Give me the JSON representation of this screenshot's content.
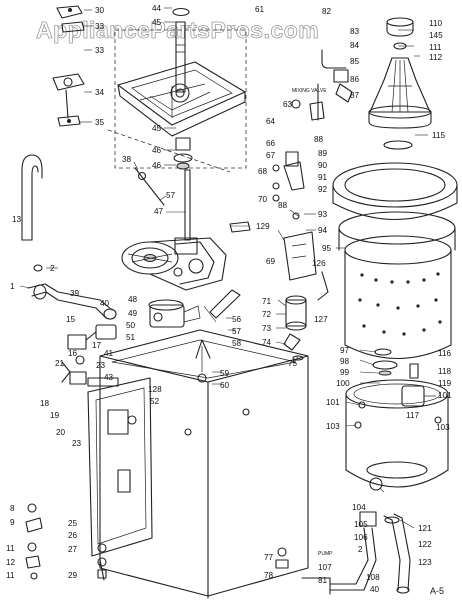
{
  "watermark": "AppliancePartsPros.com",
  "page_ref": "A-5",
  "callouts": {
    "c1": "1",
    "c2": "2",
    "c8": "8",
    "c9": "9",
    "c11a": "11",
    "c11b": "11",
    "c12": "12",
    "c13": "13",
    "c15": "15",
    "c16": "16",
    "c17": "17",
    "c18": "18",
    "c19": "19",
    "c20": "20",
    "c21": "21",
    "c23a": "23",
    "c23b": "23",
    "c25": "25",
    "c26": "26",
    "c27": "27",
    "c29": "29",
    "c30": "30",
    "c33": "33",
    "c34": "34",
    "c35": "35",
    "c38": "38",
    "c39": "39",
    "c40a": "40",
    "c40b": "40",
    "c41": "41",
    "c43": "43",
    "c44": "44",
    "c45a": "45",
    "c45b": "45",
    "c46": "46",
    "c47": "47",
    "c48": "48",
    "c49": "49",
    "c50": "50",
    "c51": "51",
    "c52": "52",
    "c56": "56",
    "c57a": "57",
    "c57b": "57",
    "c58": "58",
    "c59": "59",
    "c60": "60",
    "c61": "61",
    "c63": "63",
    "c64": "64",
    "c66": "66",
    "c67": "67",
    "c68": "68",
    "c69": "69",
    "c70": "70",
    "c71": "71",
    "c72": "72",
    "c73": "73",
    "c74": "74",
    "c75": "75",
    "c77": "77",
    "c78": "78",
    "c81": "81",
    "c82": "82",
    "c83": "83",
    "c84": "84",
    "c85": "85",
    "c86": "86",
    "c87": "87",
    "c88a": "88",
    "c88b": "88",
    "c89": "89",
    "c90": "90",
    "c91": "91",
    "c92": "92",
    "c93": "93",
    "c94": "94",
    "c95": "95",
    "c97": "97",
    "c98": "98",
    "c99": "99",
    "c100": "100",
    "c101a": "101",
    "c101b": "101",
    "c103a": "103",
    "c103b": "103",
    "c104": "104",
    "c105": "105",
    "c106": "106",
    "c107": "107",
    "c108": "108",
    "c110": "110",
    "c111": "111",
    "c112": "112",
    "c115": "115",
    "c116": "116",
    "c117": "117",
    "c118": "118",
    "c119": "119",
    "c121": "121",
    "c122": "122",
    "c123": "123",
    "c126": "126",
    "c127": "127",
    "c128": "128",
    "c129": "129",
    "c145": "145"
  },
  "notes": {
    "mixing_valve": "MIXING VALVE",
    "pump": "PUMP"
  }
}
